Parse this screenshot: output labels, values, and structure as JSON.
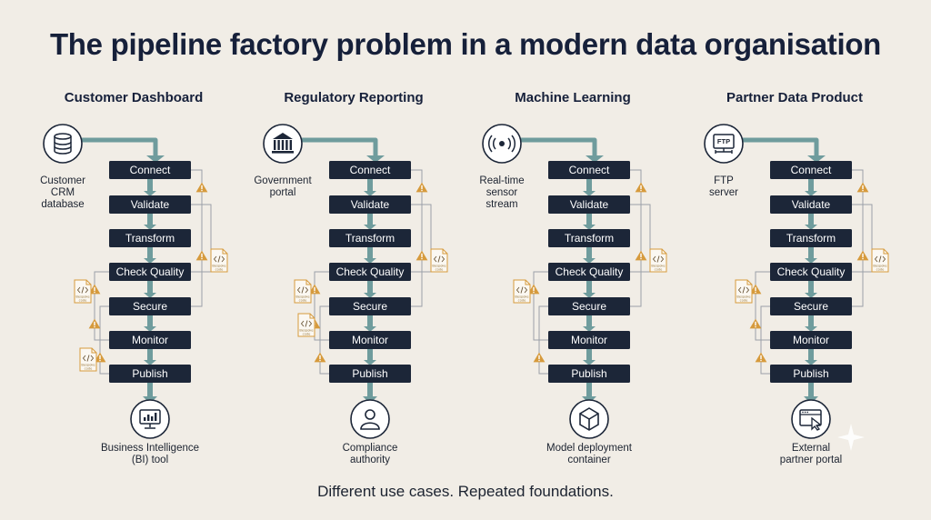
{
  "title": "The pipeline factory problem in a modern data organisation",
  "footer": "Different use cases. Repeated foundations.",
  "steps": [
    "Connect",
    "Validate",
    "Transform",
    "Check Quality",
    "Secure",
    "Monitor",
    "Publish"
  ],
  "pipelines": [
    {
      "title": "Customer Dashboard",
      "source_icon": "database-icon",
      "source_lines": [
        "Customer",
        "CRM",
        "database"
      ],
      "dest_icon": "bi-chart-icon",
      "dest_lines": [
        "Business Intelligence",
        "(BI) tool"
      ]
    },
    {
      "title": "Regulatory Reporting",
      "source_icon": "government-building-icon",
      "source_lines": [
        "Government",
        "portal"
      ],
      "dest_icon": "user-icon",
      "dest_lines": [
        "Compliance",
        "authority"
      ]
    },
    {
      "title": "Machine Learning",
      "source_icon": "sensor-icon",
      "source_lines": [
        "Real-time",
        "sensor",
        "stream"
      ],
      "dest_icon": "cube-icon",
      "dest_lines": [
        "Model deployment",
        "container"
      ]
    },
    {
      "title": "Partner Data Product",
      "source_icon": "ftp-server-icon",
      "source_lines": [
        "FTP",
        "server"
      ],
      "ftp_label": "FTP",
      "dest_icon": "browser-cursor-icon",
      "dest_lines": [
        "External",
        "partner portal"
      ]
    }
  ],
  "doc_label": [
    "Bespoke",
    "code"
  ],
  "colors": {
    "step_box": "#1c2638",
    "arrow": "#6f9c9d",
    "warning": "#d69a3c",
    "background": "#f1ede6"
  }
}
